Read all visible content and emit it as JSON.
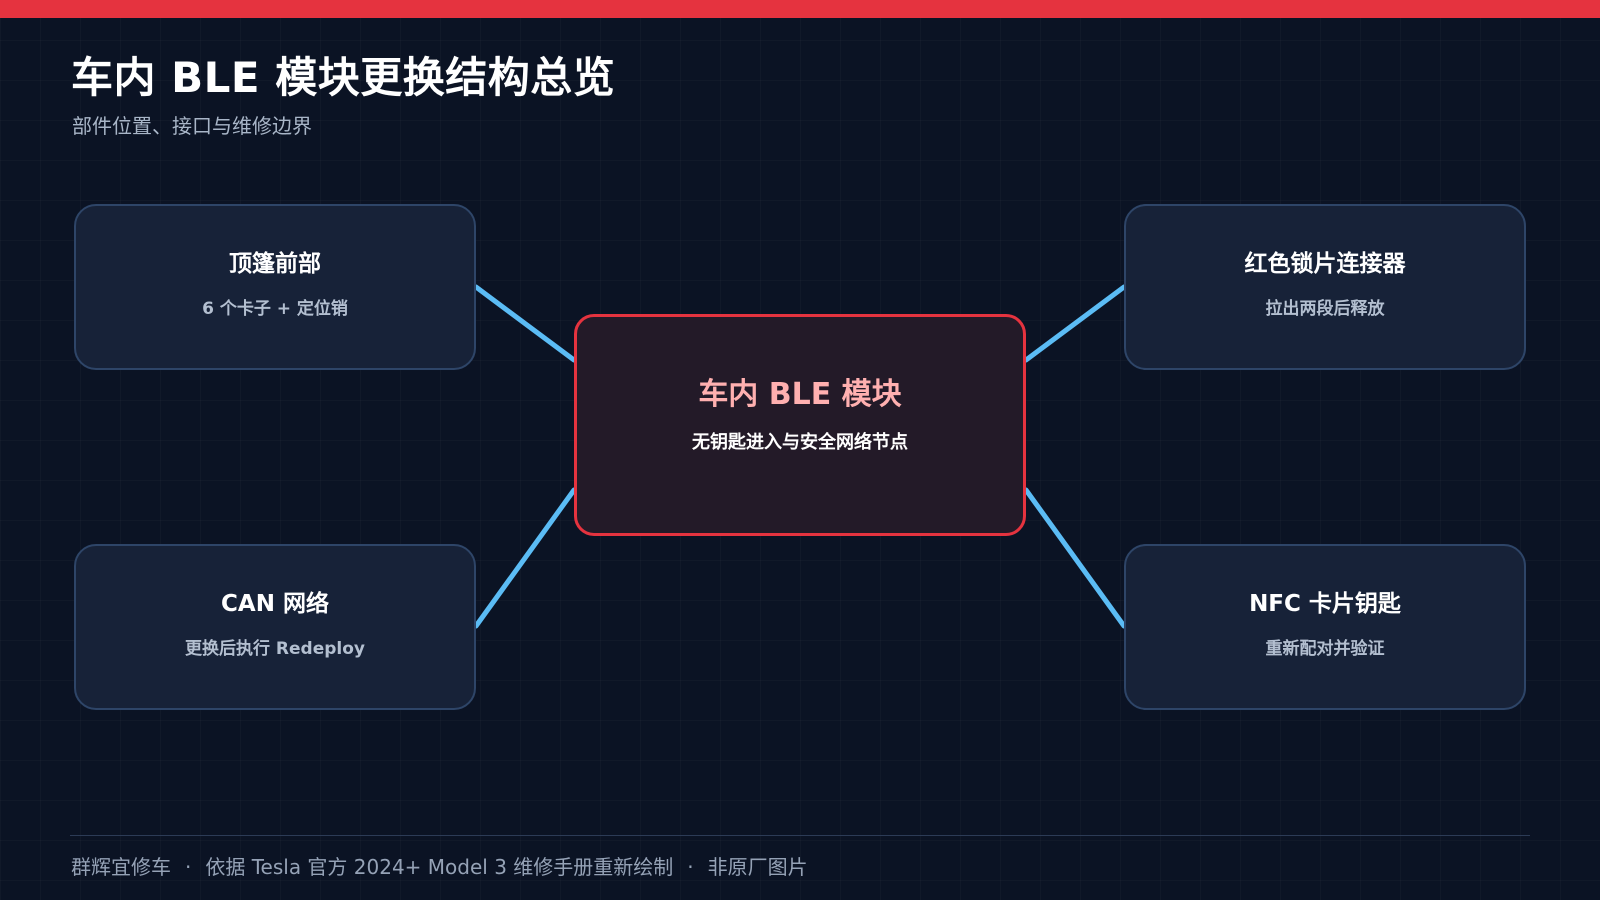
{
  "header": {
    "title": "车内 BLE 模块更换结构总览",
    "subtitle": "部件位置、接口与维修边界"
  },
  "colors": {
    "accent": "#e5333f",
    "connector": "#5bbcf5",
    "background": "#0b1324",
    "node_fill": "#172238",
    "node_border": "#2e4568"
  },
  "diagram": {
    "center": {
      "title": "车内 BLE 模块",
      "subtitle": "无钥匙进入与安全网络节点"
    },
    "nodes": [
      {
        "id": "top-left",
        "title": "顶篷前部",
        "subtitle": "6 个卡子 + 定位销"
      },
      {
        "id": "top-right",
        "title": "红色锁片连接器",
        "subtitle": "拉出两段后释放"
      },
      {
        "id": "bottom-left",
        "title": "CAN 网络",
        "subtitle": "更换后执行 Redeploy"
      },
      {
        "id": "bottom-right",
        "title": "NFC 卡片钥匙",
        "subtitle": "重新配对并验证"
      }
    ]
  },
  "footer": {
    "brand": "群辉宜修车",
    "source": "依据 Tesla 官方 2024+ Model 3 维修手册重新绘制",
    "note": "非原厂图片",
    "separator": "·"
  }
}
